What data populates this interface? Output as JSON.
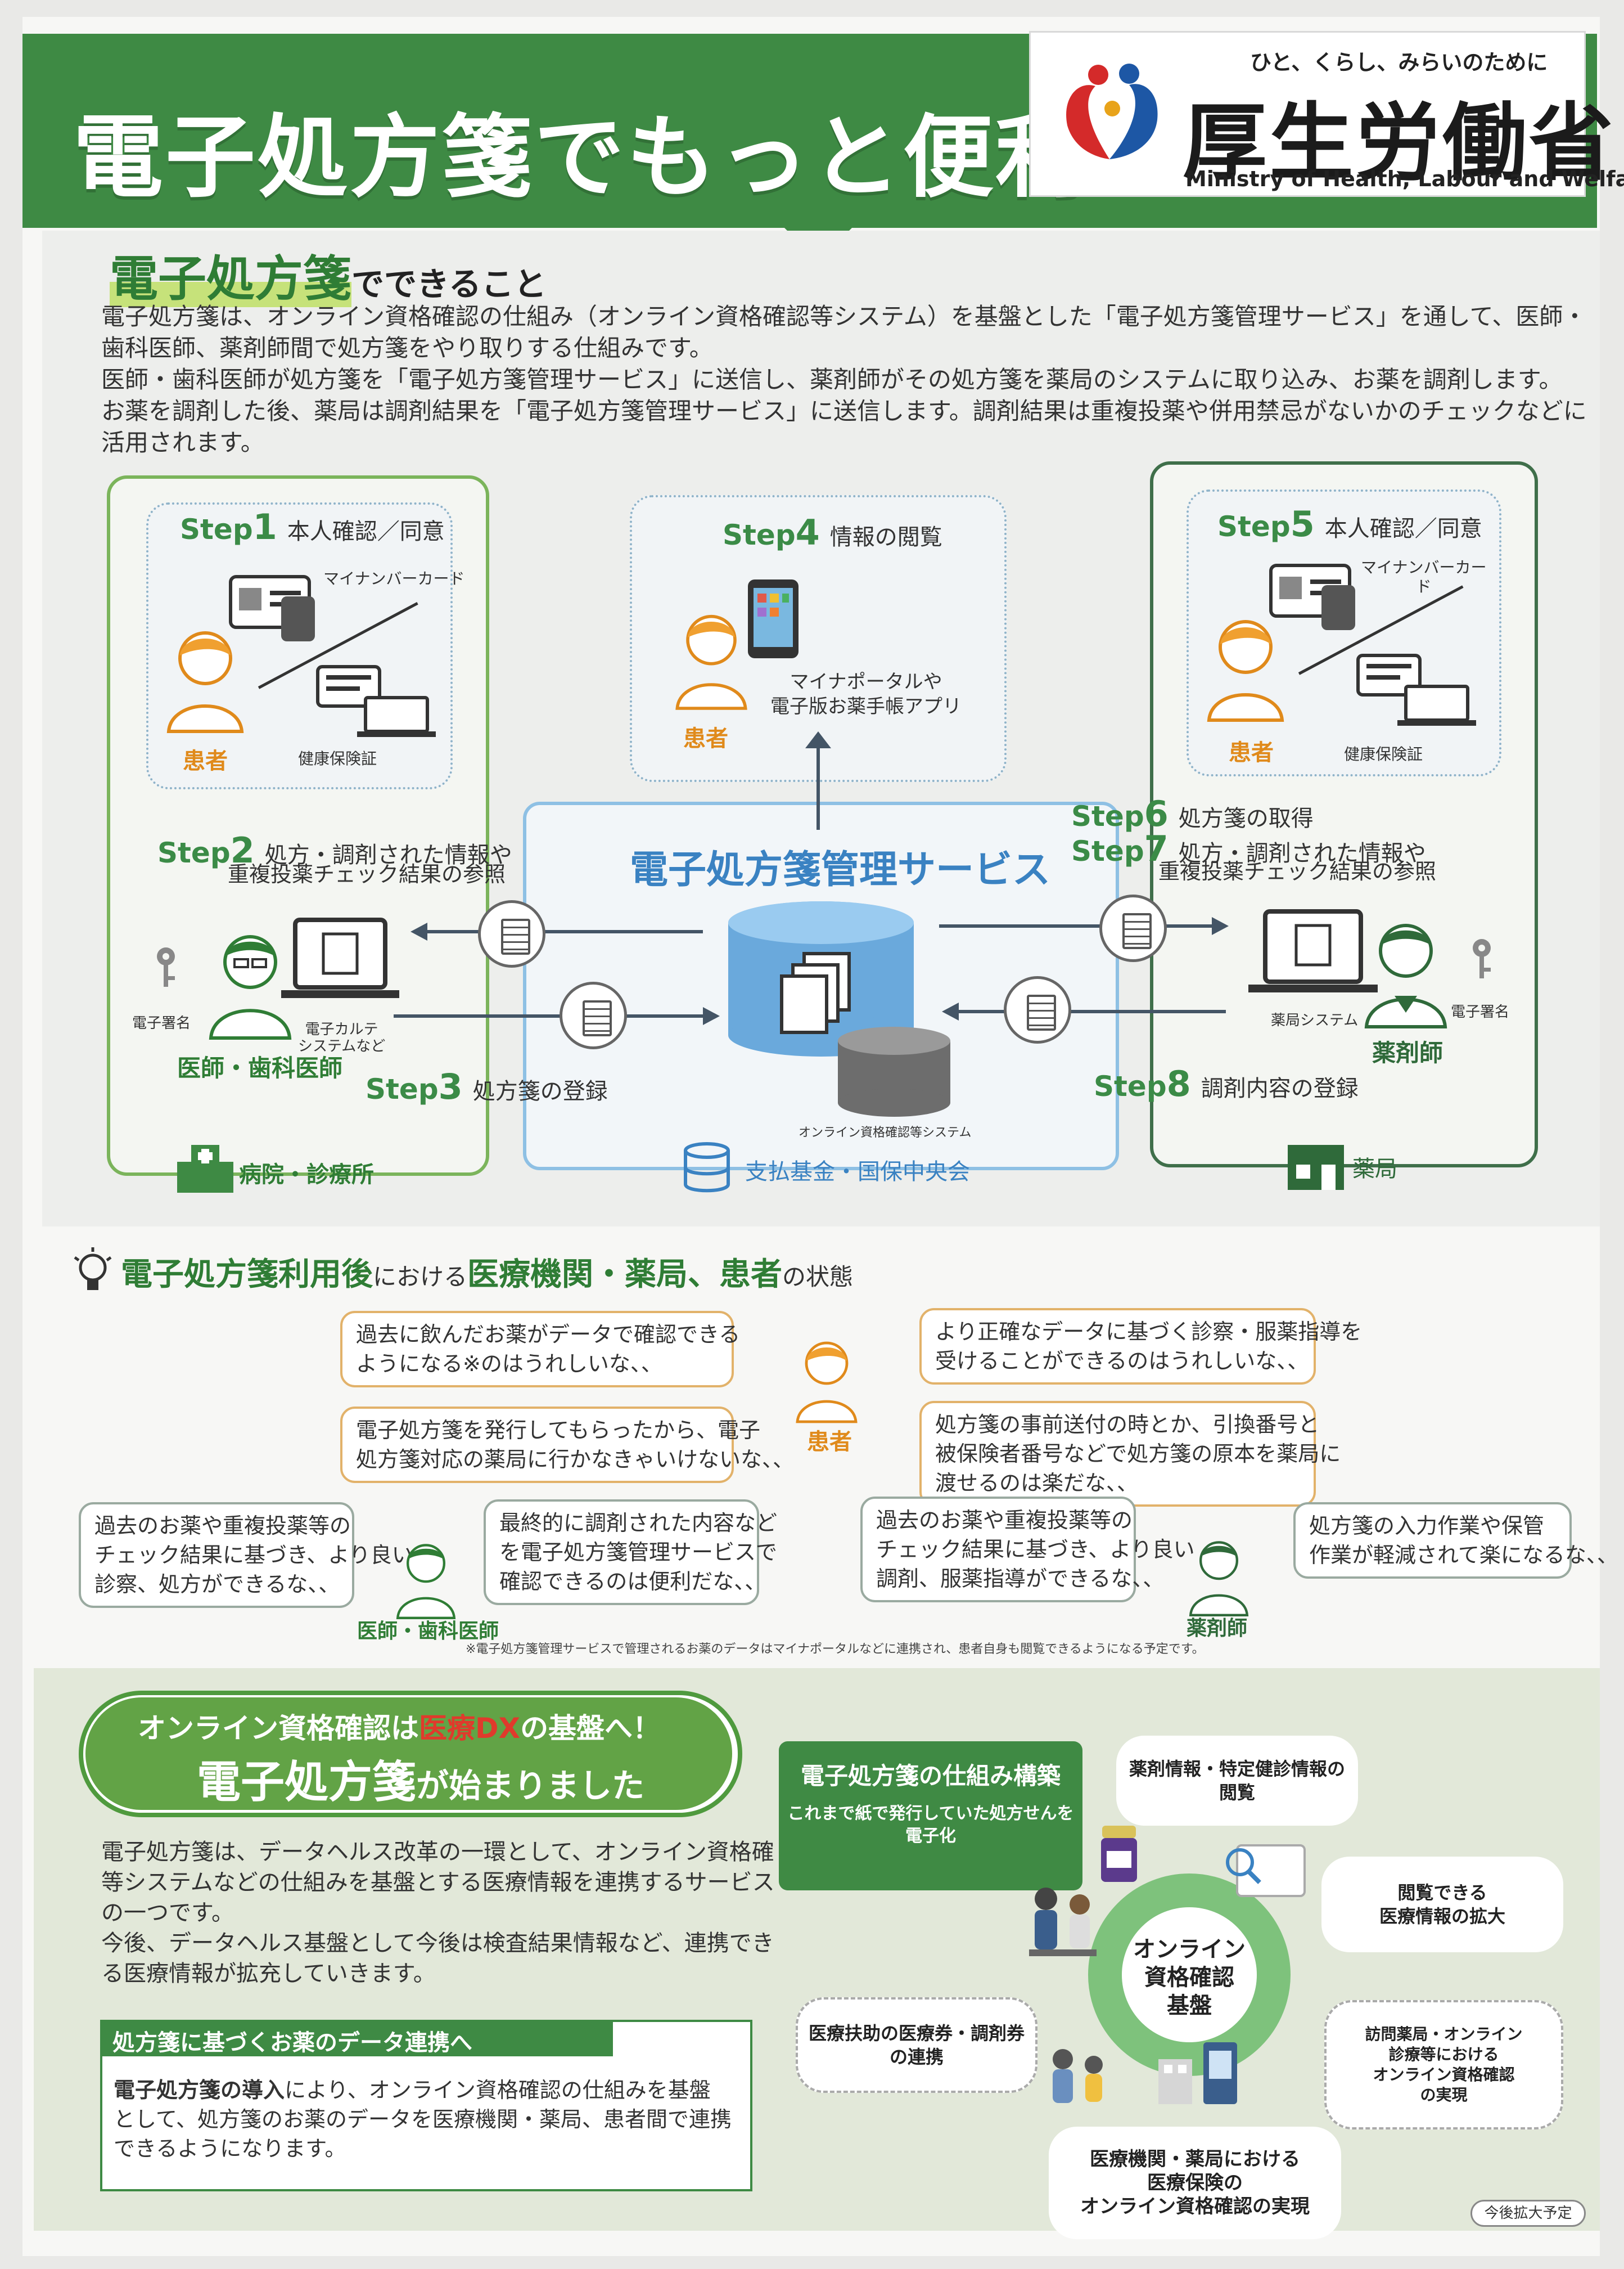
{
  "header": {
    "title": "電子処方箋でもっと便利に！",
    "ministry_tagline": "ひと、くらし、みらいのために",
    "ministry_name": "厚生労働省",
    "ministry_en": "Ministry of Health, Labour and Welfare"
  },
  "section1": {
    "heading_main": "電子処方箋",
    "heading_rest": "でできること",
    "paragraph": [
      "電子処方箋は、オンライン資格確認の仕組み（オンライン資格確認等システム）を基盤とした「電子処方箋管理サービス」を通して、医師・",
      "歯科医師、薬剤師間で処方箋をやり取りする仕組みです。",
      "医師・歯科医師が処方箋を「電子処方箋管理サービス」に送信し、薬剤師がその処方箋を薬局のシステムに取り込み、お薬を調剤します。",
      "お薬を調剤した後、薬局は調剤結果を「電子処方箋管理サービス」に送信します。調剤結果は重複投薬や併用禁忌がないかのチェックなどに",
      "活用されます。"
    ],
    "step1": {
      "label": "Step",
      "num": "1",
      "desc": "本人確認／同意"
    },
    "step2": {
      "label": "Step",
      "num": "2",
      "desc": "処方・調剤された情報や",
      "desc2": "重複投薬チェック結果の参照"
    },
    "step3": {
      "label": "Step",
      "num": "3",
      "desc": "処方箋の登録"
    },
    "step4": {
      "label": "Step",
      "num": "4",
      "desc": "情報の閲覧"
    },
    "step5": {
      "label": "Step",
      "num": "5",
      "desc": "本人確認／同意"
    },
    "step6": {
      "label": "Step",
      "num": "6",
      "desc": "処方箋の取得"
    },
    "step7": {
      "label": "Step",
      "num": "7",
      "desc": "処方・調剤された情報や",
      "desc2": "重複投薬チェック結果の参照"
    },
    "step8": {
      "label": "Step",
      "num": "8",
      "desc": "調剤内容の登録"
    },
    "mynumber_card": "マイナンバーカード",
    "mynumber_card_split1": "マイナンバーカー",
    "mynumber_card_split2": "ド",
    "insurance_card": "健康保険証",
    "patient": "患者",
    "portal_line1": "マイナポータルや",
    "portal_line2": "電子版お薬手帳アプリ",
    "service_title": "電子処方箋管理サービス",
    "e_signature": "電子署名",
    "ehr_line1": "電子カルテ",
    "ehr_line2": "システムなど",
    "doctor": "医師・歯科医師",
    "pharmacy_system": "薬局システム",
    "pharmacist": "薬剤師",
    "online_system": "オンライン資格確認等システム",
    "hospital": "病院・診療所",
    "fund": "支払基金・国保中央会",
    "pharmacy": "薬局"
  },
  "section2": {
    "heading_a": "電子処方箋利用後",
    "heading_b": "における",
    "heading_c": "医療機関・薬局、患者",
    "heading_d": "の状態",
    "patient_bubble1": [
      "過去に飲んだお薬がデータで確認できる",
      "ようになる※のはうれしいな、、"
    ],
    "patient_bubble2": [
      "電子処方箋を発行してもらったから、電子",
      "処方箋対応の薬局に行かなきゃいけないな、、"
    ],
    "patient_bubble3": [
      "より正確なデータに基づく診察・服薬指導を",
      "受けることができるのはうれしいな、、"
    ],
    "patient_bubble4": [
      "処方箋の事前送付の時とか、引換番号と",
      "被保険者番号などで処方箋の原本を薬局に",
      "渡せるのは楽だな、、"
    ],
    "doctor_bubble1": [
      "過去のお薬や重複投薬等の",
      "チェック結果に基づき、より良い",
      "診察、処方ができるな、、"
    ],
    "doctor_bubble2": [
      "最終的に調剤された内容など",
      "を電子処方箋管理サービスで",
      "確認できるのは便利だな、、"
    ],
    "pharm_bubble1": [
      "過去のお薬や重複投薬等の",
      "チェック結果に基づき、より良い",
      "調剤、服薬指導ができるな、、"
    ],
    "pharm_bubble2": [
      "処方箋の入力作業や保管",
      "作業が軽減されて楽になるな、、"
    ],
    "patient": "患者",
    "doctor": "医師・歯科医師",
    "pharmacist": "薬剤師",
    "footnote": "※電子処方箋管理サービスで管理されるお薬のデータはマイナポータルなどに連携され、患者自身も閲覧できるようになる予定です。"
  },
  "section3": {
    "pill_line1_a": "オンライン資格確認は",
    "pill_line1_b": "医療DX",
    "pill_line1_c": "の基盤へ！",
    "pill_line2_a": "電子処方箋",
    "pill_line2_b": "が始まりました",
    "paragraph": [
      "電子処方箋は、データヘルス改革の一環として、オンライン資格確",
      "等システムなどの仕組みを基盤とする医療情報を連携するサービス",
      "の一つです。",
      "今後、データヘルス基盤として今後は検査結果情報など、連携でき",
      "る医療情報が拡充していきます。"
    ],
    "box_title": "処方箋に基づくお薬のデータ連携へ",
    "box_body_bold": "電子処方箋の導入",
    "box_body": [
      "により、オンライン資格確認の仕組みを基盤",
      "として、処方箋のお薬のデータを医療機関・薬局、患者間で連携",
      "できるようになります。"
    ],
    "green_card_title": "電子処方箋の仕組み構築",
    "green_card_body": [
      "これまで紙で発行していた処方せんを",
      "電子化"
    ],
    "cloud_top": [
      "薬剤情報・特定健診情報の",
      "閲覧"
    ],
    "cloud_right1": [
      "閲覧できる",
      "医療情報の拡大"
    ],
    "cloud_right2": [
      "訪問薬局・オンライン",
      "診療等における",
      "オンライン資格確認",
      "の実現"
    ],
    "cloud_left": [
      "医療扶助の医療券・調剤券",
      "の連携"
    ],
    "cloud_bottom": [
      "医療機関・薬局における",
      "医療保険の",
      "オンライン資格確認の実現"
    ],
    "ring": [
      "オンライン",
      "資格確認",
      "基盤"
    ],
    "expand_tag": "今後拡大予定"
  },
  "colors": {
    "brand_green": "#3e8a44",
    "accent_blue": "#3a82c2",
    "orange": "#e08a1b",
    "red": "#e03a2c"
  }
}
